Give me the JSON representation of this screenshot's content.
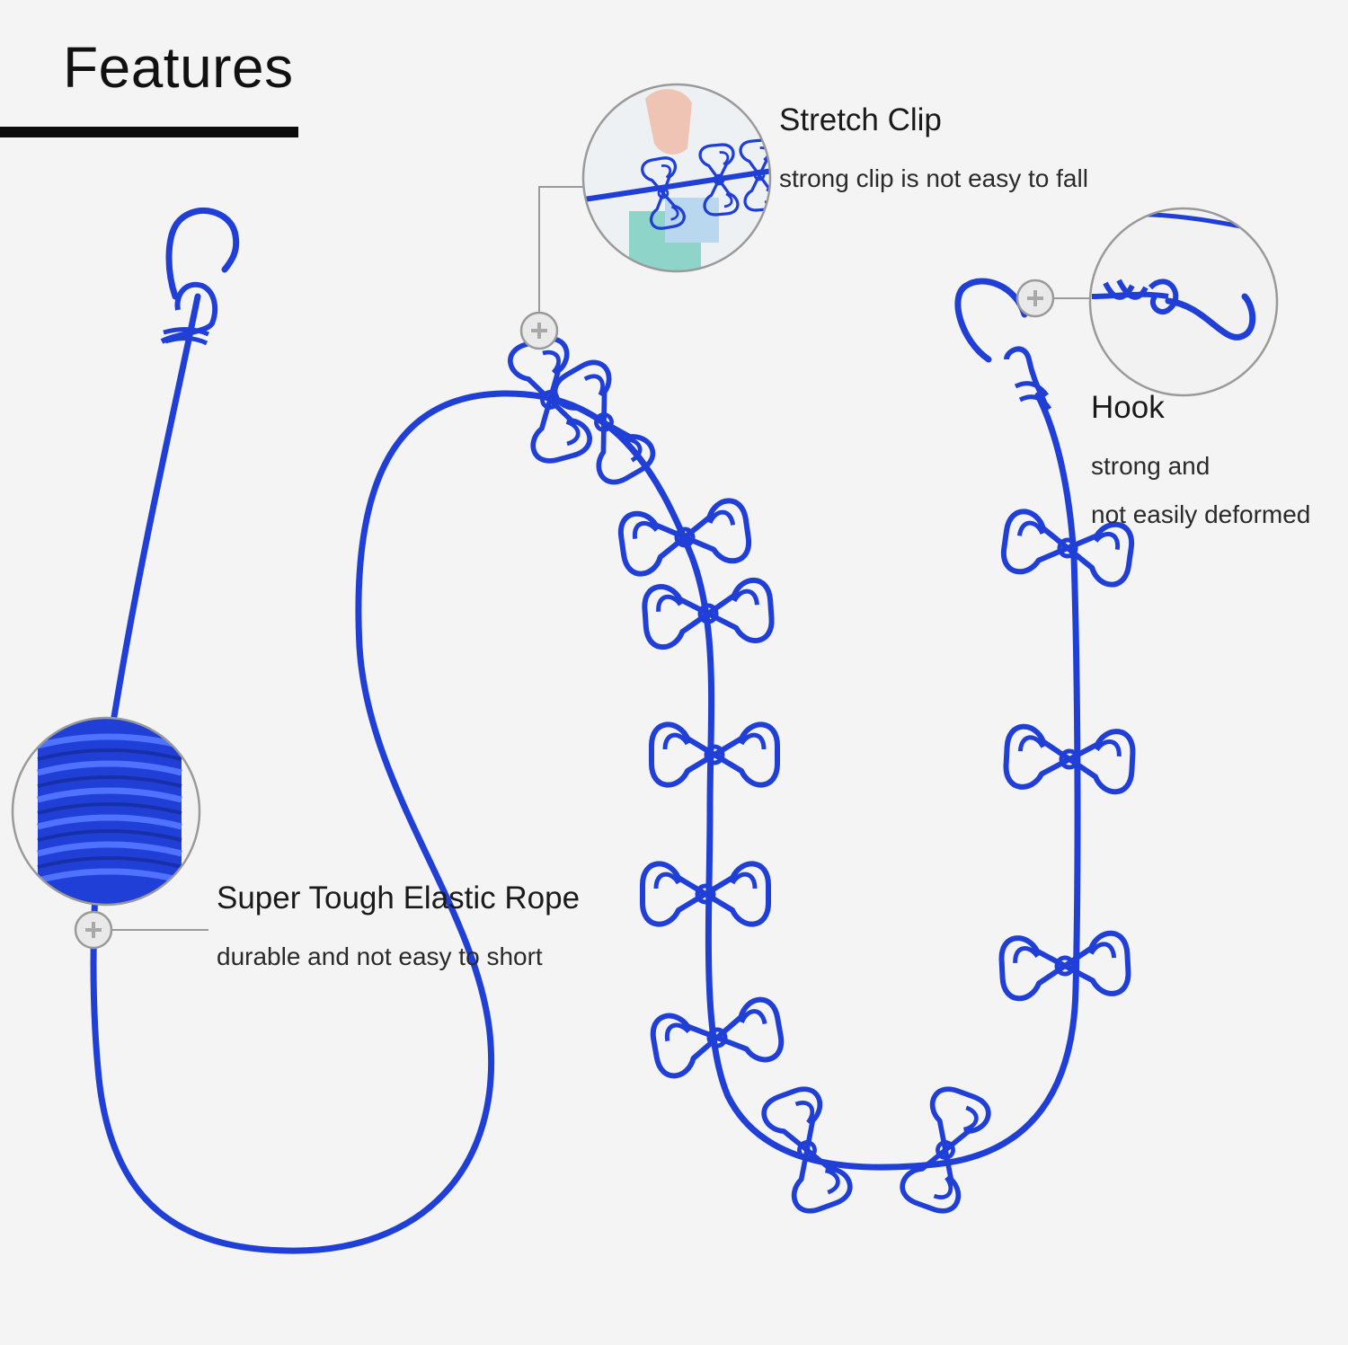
{
  "heading": "Features",
  "features": {
    "clip": {
      "title": "Stretch Clip",
      "desc": "strong clip is not easy to fall"
    },
    "hook": {
      "title": "Hook",
      "desc_line1": "strong and",
      "desc_line2": "not easily deformed"
    },
    "rope": {
      "title": "Super Tough Elastic Rope",
      "desc": "durable and not easy to short"
    }
  },
  "colors": {
    "rope_blue": "#1f3fd6",
    "callout_line": "#9a9a9a",
    "background": "#f4f4f5"
  },
  "icons": [
    "hook-icon",
    "clip-icon",
    "plus-marker-icon",
    "zoom-circle"
  ]
}
